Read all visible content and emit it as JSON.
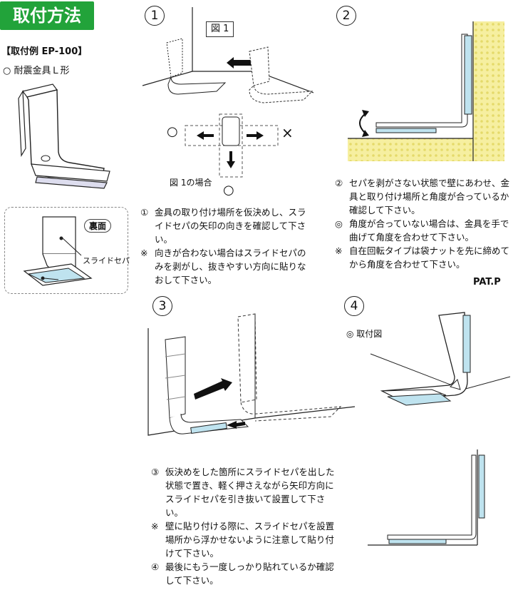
{
  "title": "取付方法",
  "example": {
    "heading": "【取付例 EP-100】",
    "product": "○ 耐震金具Ｌ形",
    "back_label": "裏面",
    "slide_label": "スライドセパ"
  },
  "step1": {
    "number": "1",
    "fig_label": "図 1",
    "fig_case": "図 1の場合",
    "ok_mark": "○",
    "ng_mark": "×",
    "bottom_ok": "○",
    "lines": [
      {
        "mark": "①",
        "text": "金具の取り付け場所を仮決めし、スライドセパの矢印の向きを確認して下さい。"
      },
      {
        "mark": "※",
        "text": "向きが合わない場合はスライドセパのみを剥がし、抜きやすい方向に貼りなおして下さい。"
      }
    ]
  },
  "step2": {
    "number": "2",
    "lines": [
      {
        "mark": "②",
        "text": "セパを剥がさない状態で壁にあわせ、金具と取り付け場所と角度が合っているか確認して下さい。"
      },
      {
        "mark": "◎",
        "text": "角度が合っていない場合は、金具を手で曲げて角度を合わせて下さい。"
      },
      {
        "mark": "※",
        "text": "自在回転タイプは袋ナットを先に締めてから角度を合わせて下さい。"
      }
    ],
    "patent": "PAT.P"
  },
  "step3": {
    "number": "3",
    "lines": [
      {
        "mark": "③",
        "text": "仮決めをした箇所にスライドセパを出した状態で置き、軽く押さえながら矢印方向にスライドセパを引き抜いて設置して下さい。"
      },
      {
        "mark": "※",
        "text": "壁に貼り付ける際に、スライドセパを設置場所から浮かせないように注意して貼り付けて下さい。"
      },
      {
        "mark": "④",
        "text": "最後にもう一度しっかり貼れているか確認して下さい。"
      }
    ]
  },
  "step4": {
    "number": "4",
    "fig_label": "◎ 取付図"
  },
  "colors": {
    "accent": "#22a33a",
    "tape": "#bfe3ef",
    "wall": "#f6efa0"
  }
}
